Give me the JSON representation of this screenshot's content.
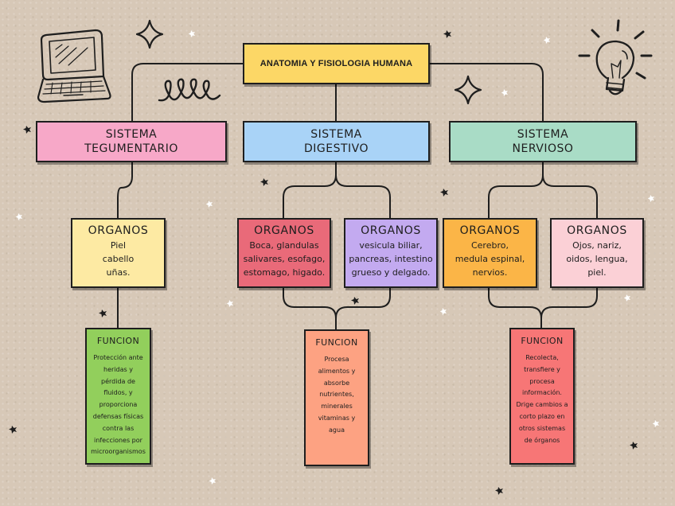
{
  "title": "ANATOMIA Y FISIOLOGIA HUMANA",
  "colors": {
    "title": "#fcd766",
    "tegumentario": "#f7a8c8",
    "digestivo": "#a9d3f7",
    "nervioso": "#a9dcc6",
    "org_teg": "#fdeaa3",
    "org_dig1": "#e96a79",
    "org_dig2": "#c3aaf0",
    "org_ner1": "#fbb547",
    "org_ner2": "#fbd0d6",
    "fun_teg": "#92cf5c",
    "fun_dig": "#fda282",
    "fun_ner": "#f77676"
  },
  "systems": {
    "tegumentario": "SISTEMA\nTEGUMENTARIO",
    "digestivo": "SISTEMA\nDIGESTIVO",
    "nervioso": "SISTEMA\nNERVIOSO"
  },
  "organs": {
    "teg": {
      "heading": "ORGANOS",
      "body": "Piel\ncabello\nuñas."
    },
    "dig1": {
      "heading": "ORGANOS",
      "body": "Boca, glandulas\nsalivares, esofago,\nestomago, higado."
    },
    "dig2": {
      "heading": "ORGANOS",
      "body": "vesicula biliar,\npancreas, intestino\ngrueso y delgado."
    },
    "ner1": {
      "heading": "ORGANOS",
      "body": "Cerebro,\nmedula espinal,\nnervios."
    },
    "ner2": {
      "heading": "ORGANOS",
      "body": "Ojos, nariz,\noidos, lengua,\npiel."
    }
  },
  "functions": {
    "teg": {
      "heading": "FUNCION",
      "body": "Protección ante\nheridas y\npérdida de\nfluidos, y\nproporciona\ndefensas físicas\ncontra las\ninfecciones por\nmicroorganismos"
    },
    "dig": {
      "heading": "FUNCION",
      "body": "Procesa\nalimentos y\nabsorbe\nnutrientes,\nminerales\nvitaminas y\nagua"
    },
    "ner": {
      "heading": "FUNCION",
      "body": "Recolecta,\ntransfiere y\nprocesa\ninformación.\nDrige cambios a\ncorto plazo en\notros sistemas\nde órganos"
    }
  },
  "icons": [
    "laptop-icon",
    "lightbulb-icon",
    "sparkle-icon",
    "squiggle-icon",
    "star-icon"
  ]
}
